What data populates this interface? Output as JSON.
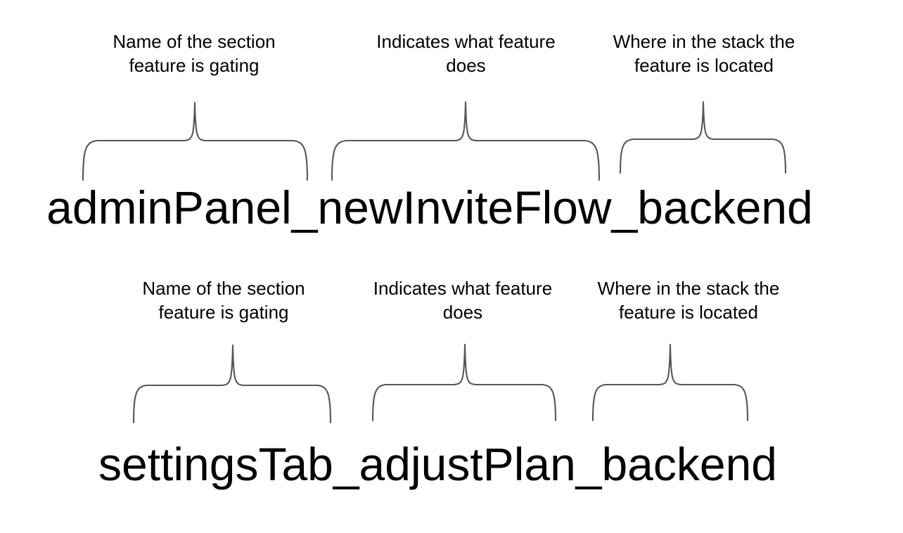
{
  "diagram": {
    "type": "annotated-naming-convention",
    "background_color": "#ffffff",
    "brace_color": "#565656",
    "text_color": "#000000",
    "rows": [
      {
        "id": "row-1",
        "flag_name": "adminPanel_newInviteFlow_backend",
        "segments": [
          {
            "token": "adminPanel",
            "caption_line_1": "Name of the section",
            "caption_line_2": "feature is gating"
          },
          {
            "token": "newInviteFlow",
            "caption_line_1": "Indicates what feature",
            "caption_line_2": "does"
          },
          {
            "token": "backend",
            "caption_line_1": "Where in the stack the",
            "caption_line_2": "feature is located"
          }
        ]
      },
      {
        "id": "row-2",
        "flag_name": "settingsTab_adjustPlan_backend",
        "segments": [
          {
            "token": "settingsTab",
            "caption_line_1": "Name of the section",
            "caption_line_2": "feature is gating"
          },
          {
            "token": "adjustPlan",
            "caption_line_1": "Indicates what feature",
            "caption_line_2": "does"
          },
          {
            "token": "backend",
            "caption_line_1": "Where in the stack the",
            "caption_line_2": "feature is located"
          }
        ]
      }
    ]
  }
}
